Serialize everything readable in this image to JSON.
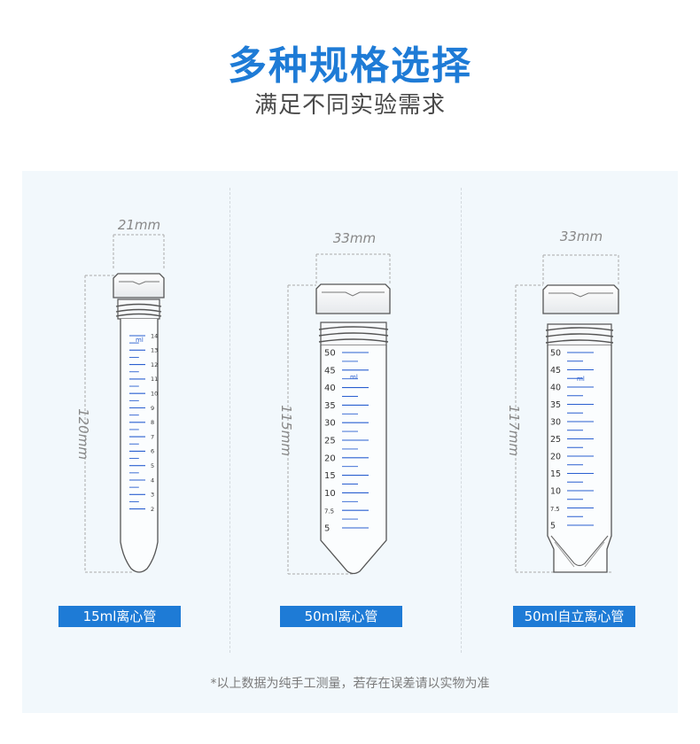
{
  "header": {
    "title": "多种规格选择",
    "subtitle": "满足不同实验需求"
  },
  "products": [
    {
      "name": "15ml离心管",
      "width_label": "21mm",
      "height_label": "120mm",
      "unit_label": "ml",
      "scale_numbers": [
        "14",
        "13",
        "12",
        "11",
        "10",
        "9",
        "8",
        "7",
        "6",
        "5",
        "4",
        "3",
        "2"
      ]
    },
    {
      "name": "50ml离心管",
      "width_label": "33mm",
      "height_label": "115mm",
      "unit_label": "ml",
      "scale_numbers": [
        "50",
        "45",
        "40",
        "35",
        "30",
        "25",
        "20",
        "15",
        "10",
        "7.5",
        "5"
      ]
    },
    {
      "name": "50ml自立离心管",
      "width_label": "33mm",
      "height_label": "117mm",
      "unit_label": "ml",
      "scale_numbers": [
        "50",
        "45",
        "40",
        "35",
        "30",
        "25",
        "20",
        "15",
        "10",
        "7.5",
        "5"
      ]
    }
  ],
  "footer": {
    "note": "*以上数据为纯手工测量，若存在误差请以实物为准"
  },
  "colors": {
    "accent": "#1e7bd6",
    "panel_bg": "#f2f8fc",
    "dimension_text": "#888888",
    "tube_outline": "#555555",
    "scale_blue": "#2a5fd0"
  }
}
